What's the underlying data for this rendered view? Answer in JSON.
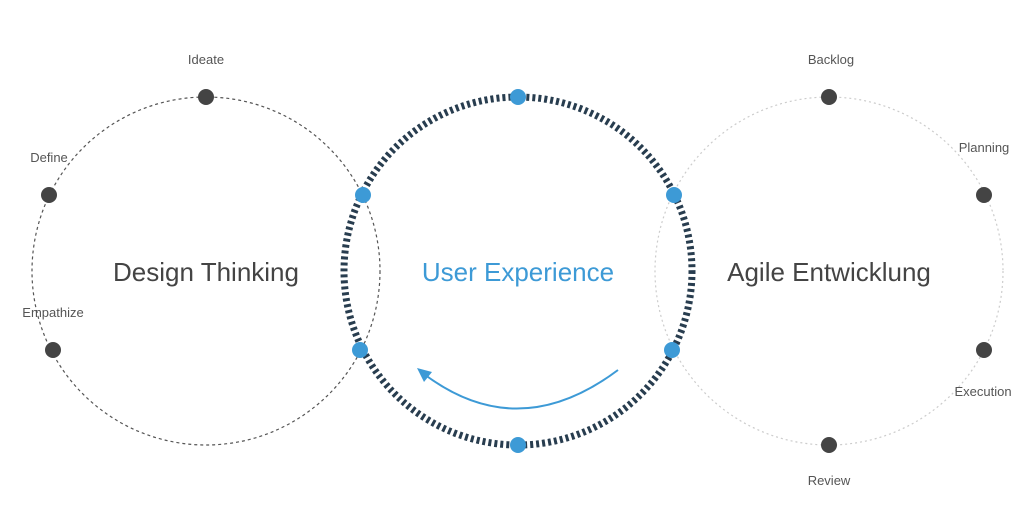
{
  "colors": {
    "dark": "#444444",
    "accent": "#3d9ad6",
    "ux_ring": "#283d4f",
    "left_ring": "#555555",
    "right_ring": "#cccccc",
    "text_dark": "#444444",
    "text_label": "#555555"
  },
  "circles": {
    "design_thinking": {
      "title": "Design Thinking",
      "steps": [
        {
          "label": "Ideate"
        },
        {
          "label": "Define"
        },
        {
          "label": "Empathize"
        }
      ]
    },
    "user_experience": {
      "title": "User Experience",
      "flow_arrow": "counterclockwise-arrow-icon"
    },
    "agile": {
      "title": "Agile Entwicklung",
      "steps": [
        {
          "label": "Backlog"
        },
        {
          "label": "Planning"
        },
        {
          "label": "Execution"
        },
        {
          "label": "Review"
        }
      ]
    }
  }
}
